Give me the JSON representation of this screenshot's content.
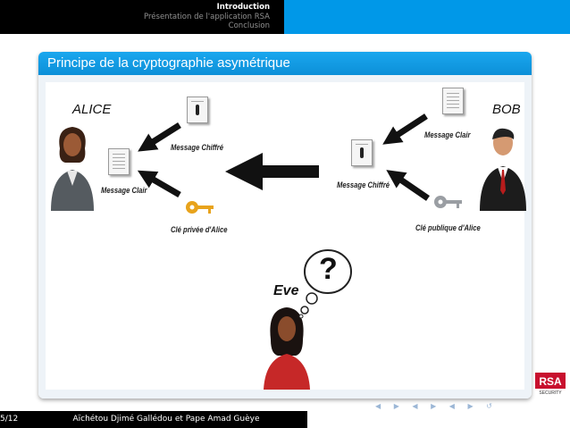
{
  "header": {
    "sections": [
      {
        "label": "Introduction",
        "active": true
      },
      {
        "label": "Présentation de l'application RSA",
        "active": false
      },
      {
        "label": "Conclusion",
        "active": false
      }
    ]
  },
  "slide": {
    "title": "Principe de la cryptographie asymétrique",
    "alice_label": "ALICE",
    "bob_label": "BOB",
    "eve_label": "Eve",
    "alice_message_chiffre": "Message Chiffré",
    "alice_message_clair": "Message Clair",
    "alice_key": "Clé privée d'Alice",
    "bob_message_clair": "Message Clair",
    "bob_message_chiffre": "Message Chiffré",
    "bob_key": "Clé publique d'Alice",
    "question_mark": "?"
  },
  "footer": {
    "page_number": "5/12",
    "authors": "Aïchétou Djimé Gallédou et Pape Amad Guèye"
  },
  "logo": {
    "text": "RSA",
    "subtext": "SECURITY"
  },
  "colors": {
    "accent": "#0098e8",
    "bar": "#000000",
    "block_title": "#1aa7ee"
  }
}
